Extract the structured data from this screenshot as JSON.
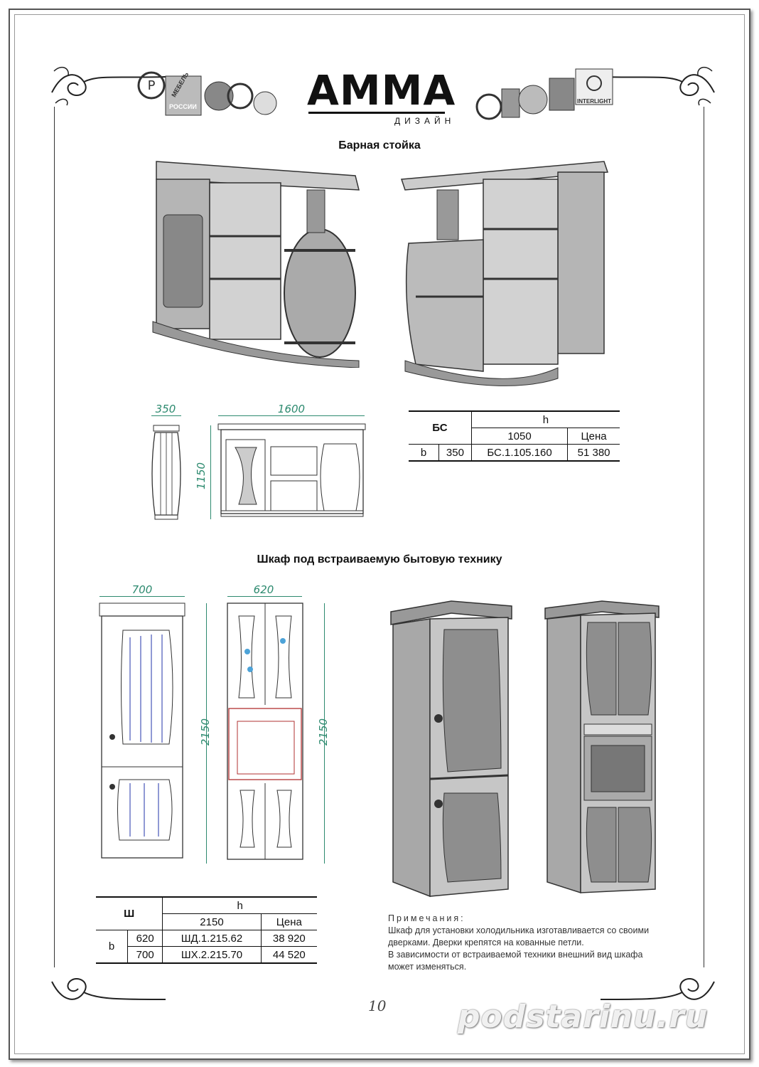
{
  "header": {
    "brand": "АММА",
    "brand_sub": "ДИЗАЙН",
    "badges_left": [
      "МЕБЕЛЬ",
      "РОССИИ"
    ],
    "badge_right": "INTERLIGHT"
  },
  "bar": {
    "title": "Барная стойка",
    "dims": {
      "depth": "350",
      "width": "1600",
      "height": "1150"
    },
    "table": {
      "col_label": "БС",
      "h_label": "h",
      "h_value": "1050",
      "price_label": "Цена",
      "b_label": "b",
      "rows": [
        {
          "b": "350",
          "code": "БС.1.105.160",
          "price": "51 380"
        }
      ]
    }
  },
  "cabinet": {
    "title": "Шкаф под встраиваемую бытовую технику",
    "dims": {
      "w1": "700",
      "w2": "620",
      "h1": "2150",
      "h2": "2150"
    },
    "table": {
      "col_label": "Ш",
      "h_label": "h",
      "h_value": "2150",
      "price_label": "Цена",
      "b_label": "b",
      "rows": [
        {
          "b": "620",
          "code": "ШД.1.215.62",
          "price": "38 920"
        },
        {
          "b": "700",
          "code": "ШХ.2.215.70",
          "price": "44 520"
        }
      ]
    }
  },
  "notes": {
    "title": "Примечания:",
    "lines": [
      "Шкаф для установки холодильника изготавливается со своими",
      "дверками. Дверки крепятся на кованные петли.",
      "В зависимости от встраиваемой техники внешний вид шкафа",
      "может изменяться."
    ]
  },
  "page_number": "10",
  "watermark": "podstarinu.ru"
}
